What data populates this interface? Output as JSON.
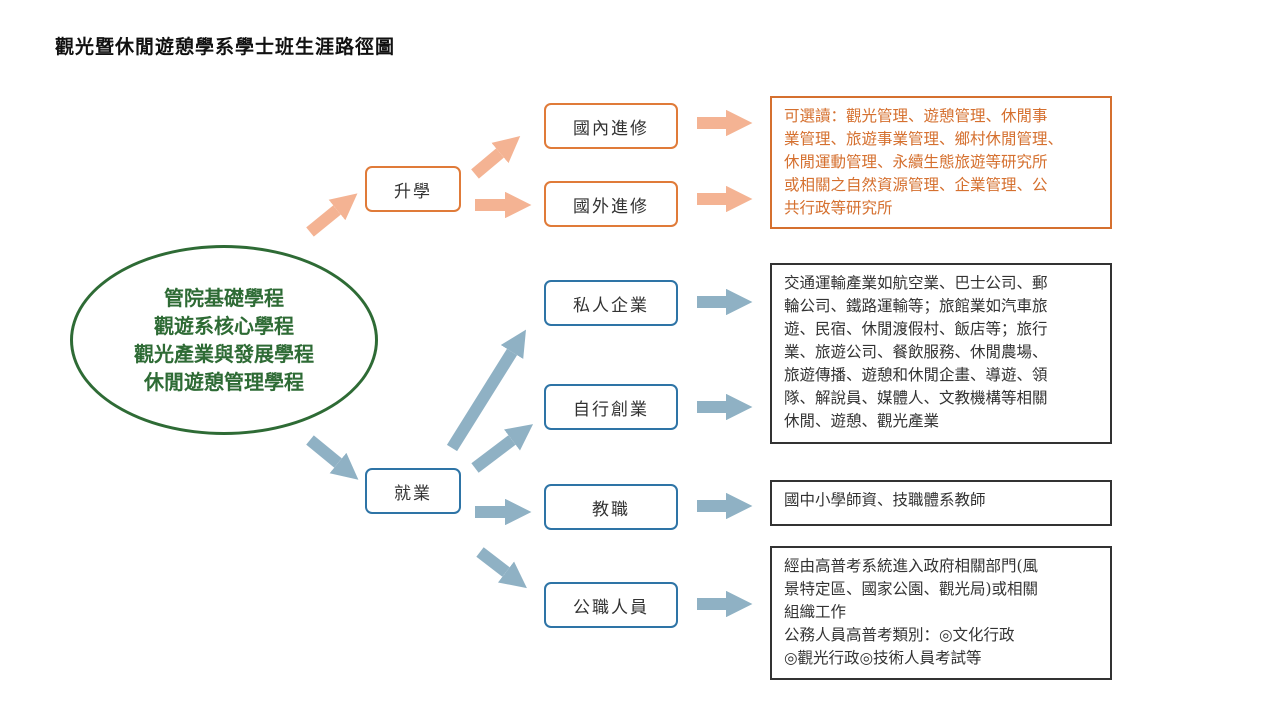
{
  "title": "觀光暨休閒遊憩學系學士班生涯路徑圖",
  "core": [
    "管院基礎學程",
    "觀遊系核心學程",
    "觀光產業與發展學程",
    "休閒遊憩管理學程"
  ],
  "further_study": {
    "label": "升學",
    "domestic": "國內進修",
    "abroad": "國外進修",
    "description": [
      "可選讀：觀光管理、遊憩管理、休閒事",
      "業管理、旅遊事業管理、鄉村休閒管理、",
      "休閒運動管理、永續生態旅遊等研究所",
      "或相關之自然資源管理、企業管理、公",
      "共行政等研究所"
    ]
  },
  "employment": {
    "label": "就業",
    "private": {
      "label": "私人企業",
      "description": [
        "交通運輸產業如航空業、巴士公司、郵",
        "輪公司、鐵路運輸等；旅館業如汽車旅",
        "遊、民宿、休閒渡假村、飯店等；旅行",
        "業、旅遊公司、餐飲服務、休閒農場、",
        "旅遊傳播、遊憩和休閒企畫、導遊、領",
        "隊、解說員、媒體人、文教機構等相關",
        "休閒、遊憩、觀光產業"
      ]
    },
    "startup": {
      "label": "自行創業"
    },
    "teaching": {
      "label": "教職",
      "description": [
        "國中小學師資、技職體系教師"
      ]
    },
    "civil": {
      "label": "公職人員",
      "description": [
        "經由高普考系統進入政府相關部門(風",
        "景特定區、國家公園、觀光局)或相關",
        "組織工作",
        "公務人員高普考類別：◎文化行政",
        "◎觀光行政◎技術人員考試等"
      ]
    }
  },
  "colors": {
    "green": "#2e6b35",
    "orange_border": "#e07b39",
    "orange_arrow": "#f4b393",
    "blue_border": "#2e74a6",
    "blue_arrow": "#8fb1c4"
  }
}
